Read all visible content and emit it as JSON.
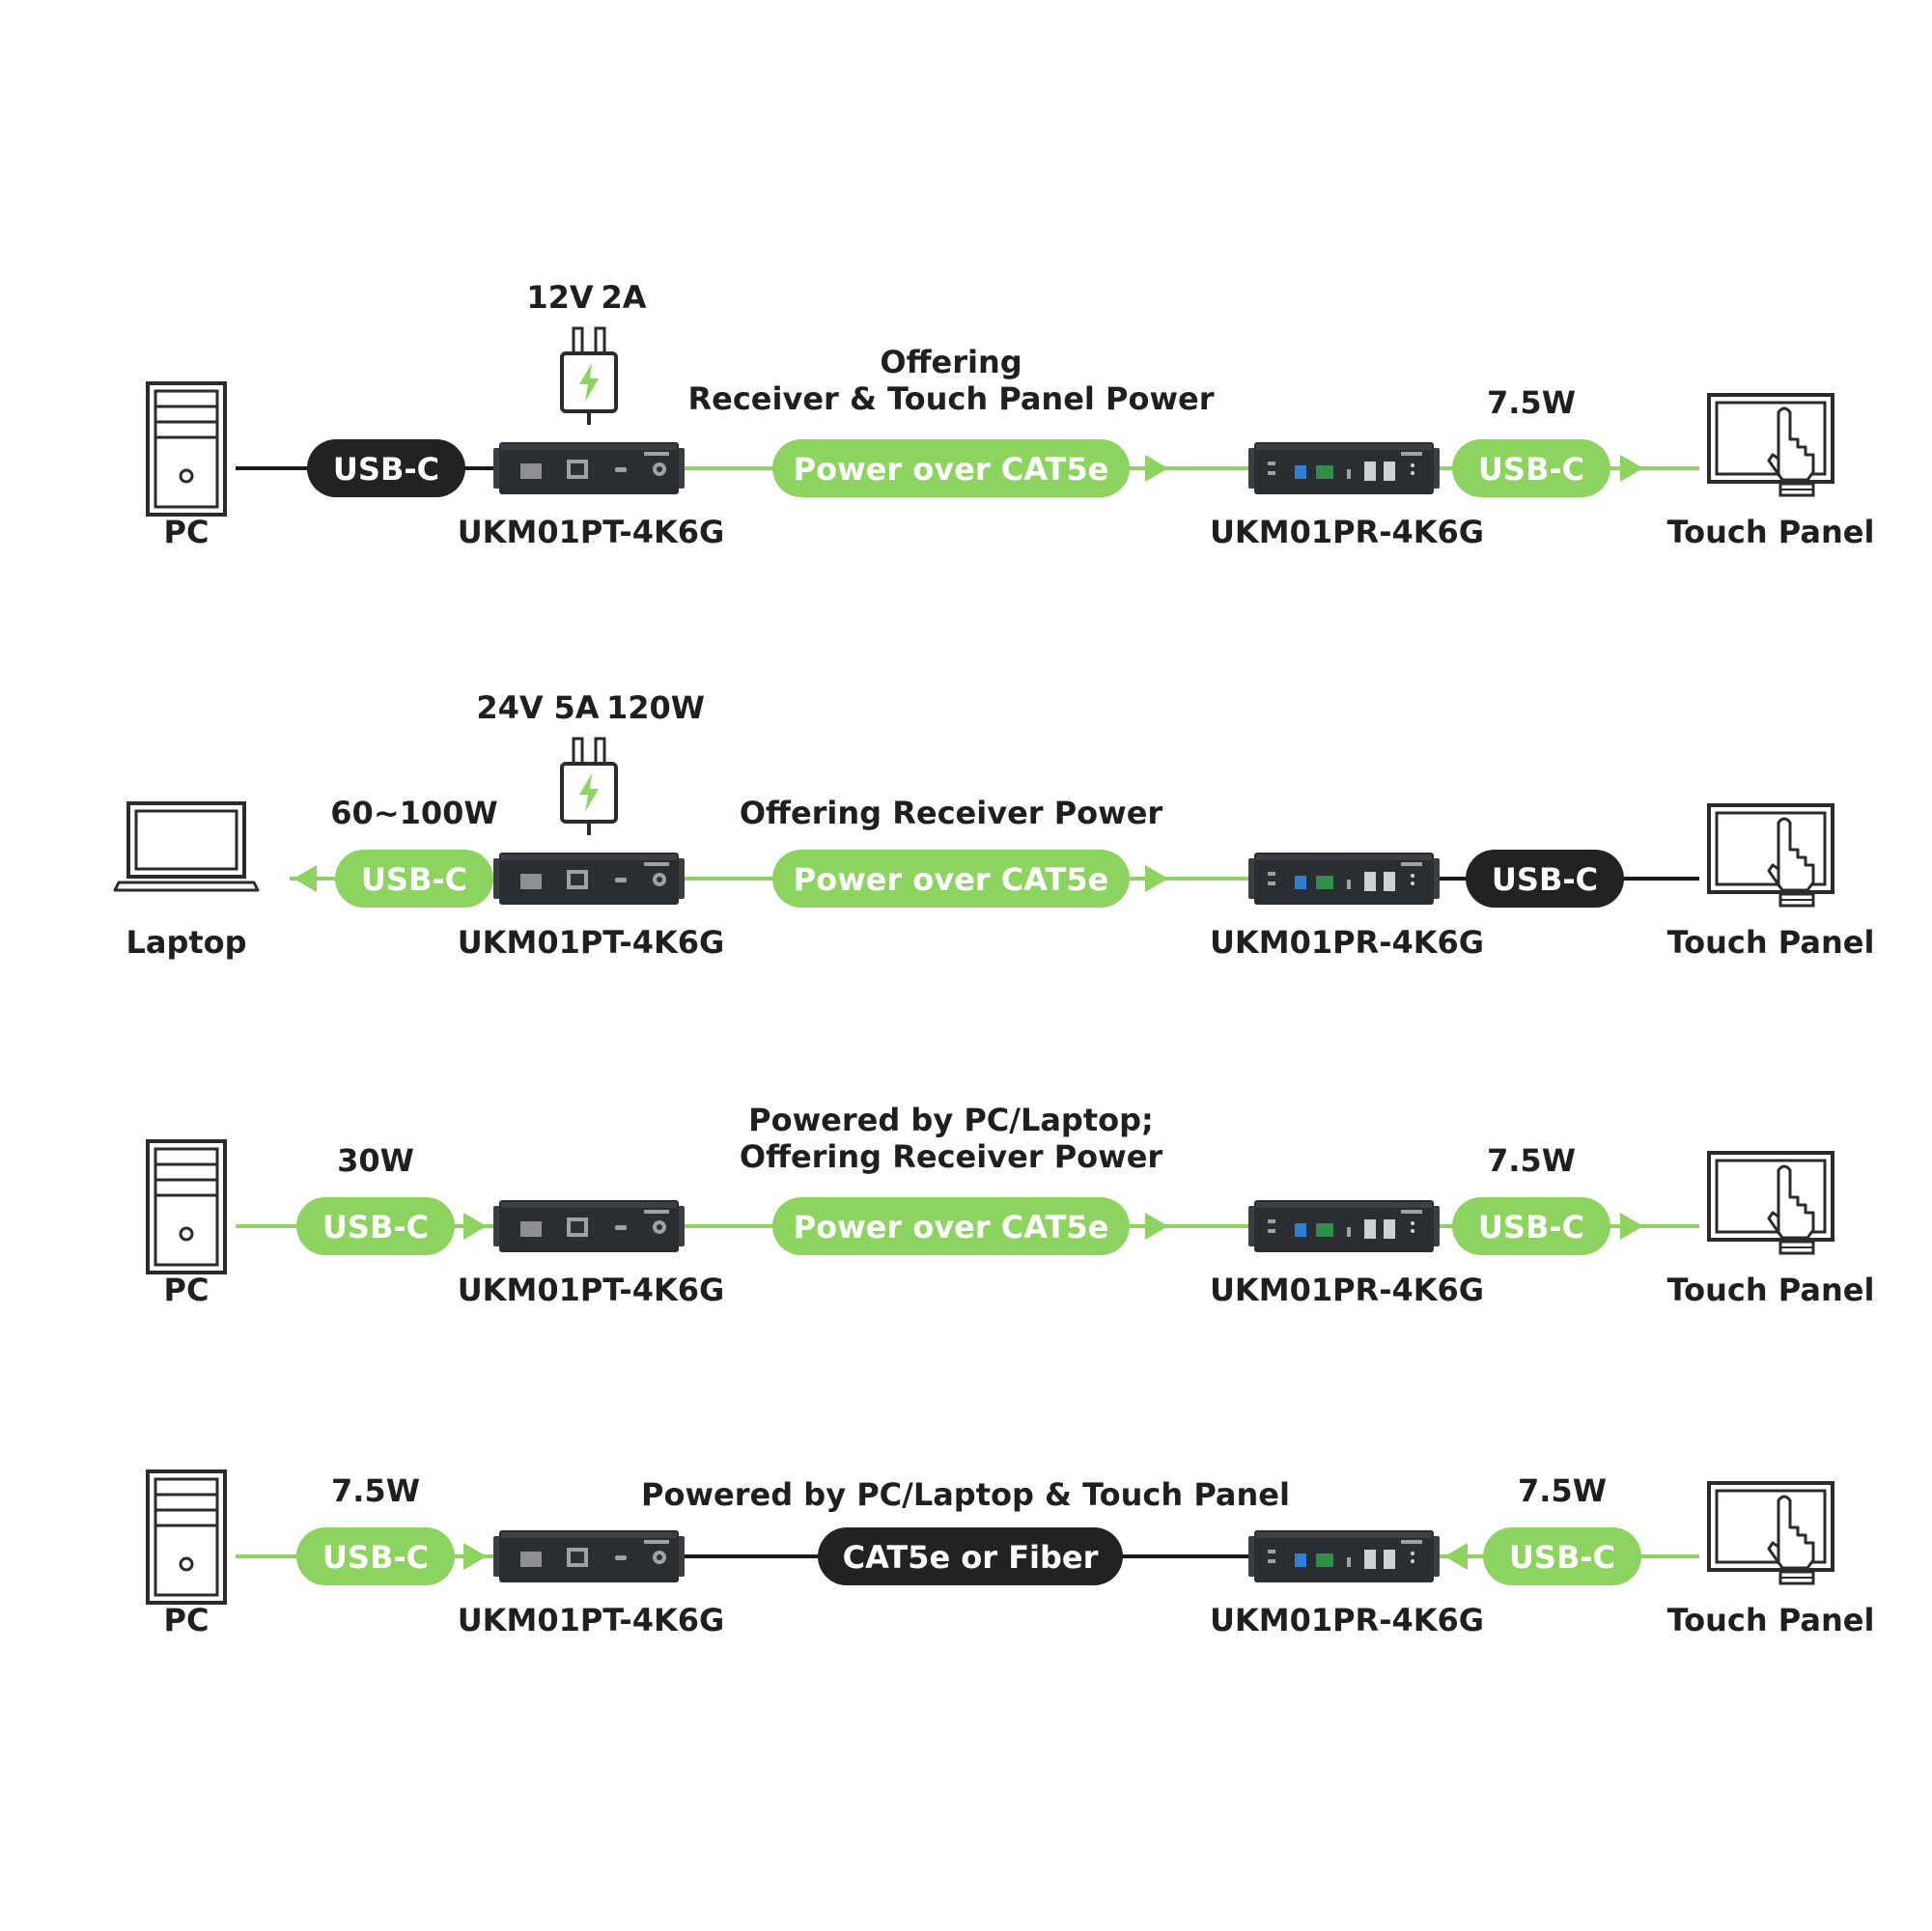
{
  "colors": {
    "green": "#8DD35F",
    "dark": "#222222",
    "line_dark": "#1a1a1a",
    "icon_stroke": "#2b2b2b",
    "amp_green": "#5C7A5A",
    "device_body": "#2a2d31"
  },
  "rows": [
    {
      "power_supply": {
        "volt": "12V",
        "amp": "2A",
        "watt": ""
      },
      "left_device": {
        "icon": "pc-tower-icon",
        "label": "PC"
      },
      "left_cable": {
        "label": "USB-C",
        "style": "dark",
        "power": ""
      },
      "transmitter": {
        "label": "UKM01PT-4K6G"
      },
      "middle_cable": {
        "label": "Power over CAT5e",
        "style": "green"
      },
      "middle_caption": [
        "Offering",
        "Receiver & Touch Panel Power"
      ],
      "receiver": {
        "label": "UKM01PR-4K6G"
      },
      "right_cable": {
        "label": "USB-C",
        "style": "green",
        "power": "7.5W"
      },
      "right_device": {
        "icon": "touch-panel-icon",
        "label": "Touch Panel"
      }
    },
    {
      "power_supply": {
        "volt": "24V",
        "amp": "5A",
        "watt": "120W"
      },
      "left_device": {
        "icon": "laptop-icon",
        "label": "Laptop"
      },
      "left_cable": {
        "label": "USB-C",
        "style": "green",
        "power": "60~100W"
      },
      "transmitter": {
        "label": "UKM01PT-4K6G"
      },
      "middle_cable": {
        "label": "Power over CAT5e",
        "style": "green"
      },
      "middle_caption": [
        "Offering Receiver Power"
      ],
      "receiver": {
        "label": "UKM01PR-4K6G"
      },
      "right_cable": {
        "label": "USB-C",
        "style": "dark",
        "power": ""
      },
      "right_device": {
        "icon": "touch-panel-icon",
        "label": "Touch Panel"
      }
    },
    {
      "left_device": {
        "icon": "pc-tower-icon",
        "label": "PC"
      },
      "left_cable": {
        "label": "USB-C",
        "style": "green",
        "power": "30W"
      },
      "transmitter": {
        "label": "UKM01PT-4K6G"
      },
      "middle_cable": {
        "label": "Power over CAT5e",
        "style": "green"
      },
      "middle_caption": [
        "Powered by PC/Laptop;",
        "Offering Receiver Power"
      ],
      "receiver": {
        "label": "UKM01PR-4K6G"
      },
      "right_cable": {
        "label": "USB-C",
        "style": "green",
        "power": "7.5W"
      },
      "right_device": {
        "icon": "touch-panel-icon",
        "label": "Touch Panel"
      }
    },
    {
      "left_device": {
        "icon": "pc-tower-icon",
        "label": "PC"
      },
      "left_cable": {
        "label": "USB-C",
        "style": "green",
        "power": "7.5W"
      },
      "transmitter": {
        "label": "UKM01PT-4K6G"
      },
      "middle_cable": {
        "label": "CAT5e or Fiber",
        "style": "dark"
      },
      "middle_caption": [
        "Powered by PC/Laptop & Touch Panel"
      ],
      "receiver": {
        "label": "UKM01PR-4K6G"
      },
      "right_cable": {
        "label": "USB-C",
        "style": "green",
        "power": "7.5W"
      },
      "right_device": {
        "icon": "touch-panel-icon",
        "label": "Touch Panel"
      }
    }
  ]
}
